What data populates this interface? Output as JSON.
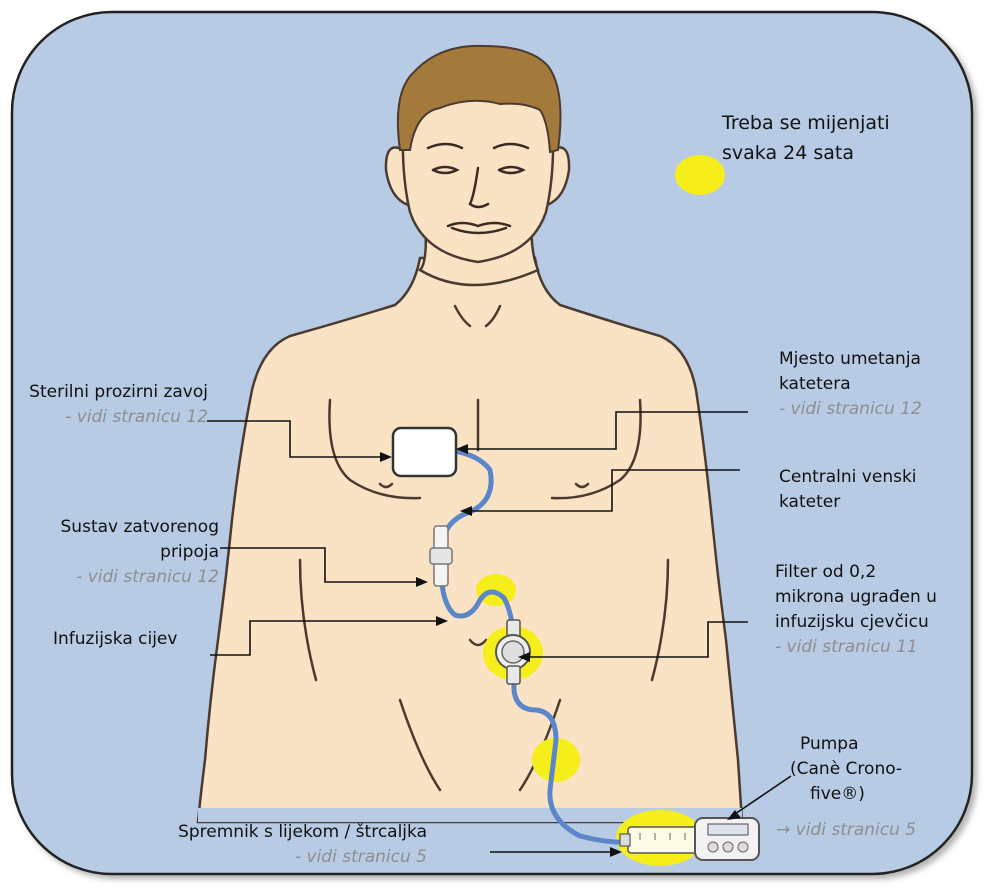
{
  "legend": {
    "line1": "Treba se mijenjati",
    "line2": "svaka 24 sata",
    "marker_color": "#f6ee1a"
  },
  "labels": {
    "dressing": {
      "line1": "Sterilni prozirni zavoj",
      "ref": "- vidi stranicu 12"
    },
    "closed_system": {
      "line1": "Sustav zatvorenog",
      "line2": "pripoja",
      "ref": "- vidi stranicu 12"
    },
    "tube": {
      "line1": "Infuzijska cijev"
    },
    "reservoir": {
      "line1": "Spremnik s lijekom / štrcaljka",
      "ref": "- vidi stranicu 5"
    },
    "insertion_site": {
      "line1": "Mjesto umetanja",
      "line2": "katetera",
      "ref": "- vidi stranicu 12"
    },
    "cvc": {
      "line1": "Centralni venski",
      "line2": "kateter"
    },
    "filter": {
      "line1": "Filter od 0,2",
      "line2": "mikrona ugrađen u",
      "line3": "infuzijsku cjevčicu",
      "ref": "- vidi stranicu 11"
    },
    "pump": {
      "line1": "Pumpa",
      "line2": "(Canè Crono-",
      "line3": "five®)",
      "ref": "→ vidi stranicu 5"
    }
  },
  "colors": {
    "background_panel": "#b7cbe4",
    "skin": "#fae3c5",
    "hair": "#a47a3c",
    "tube": "#5b86c9",
    "highlight": "#f6ee1a"
  }
}
